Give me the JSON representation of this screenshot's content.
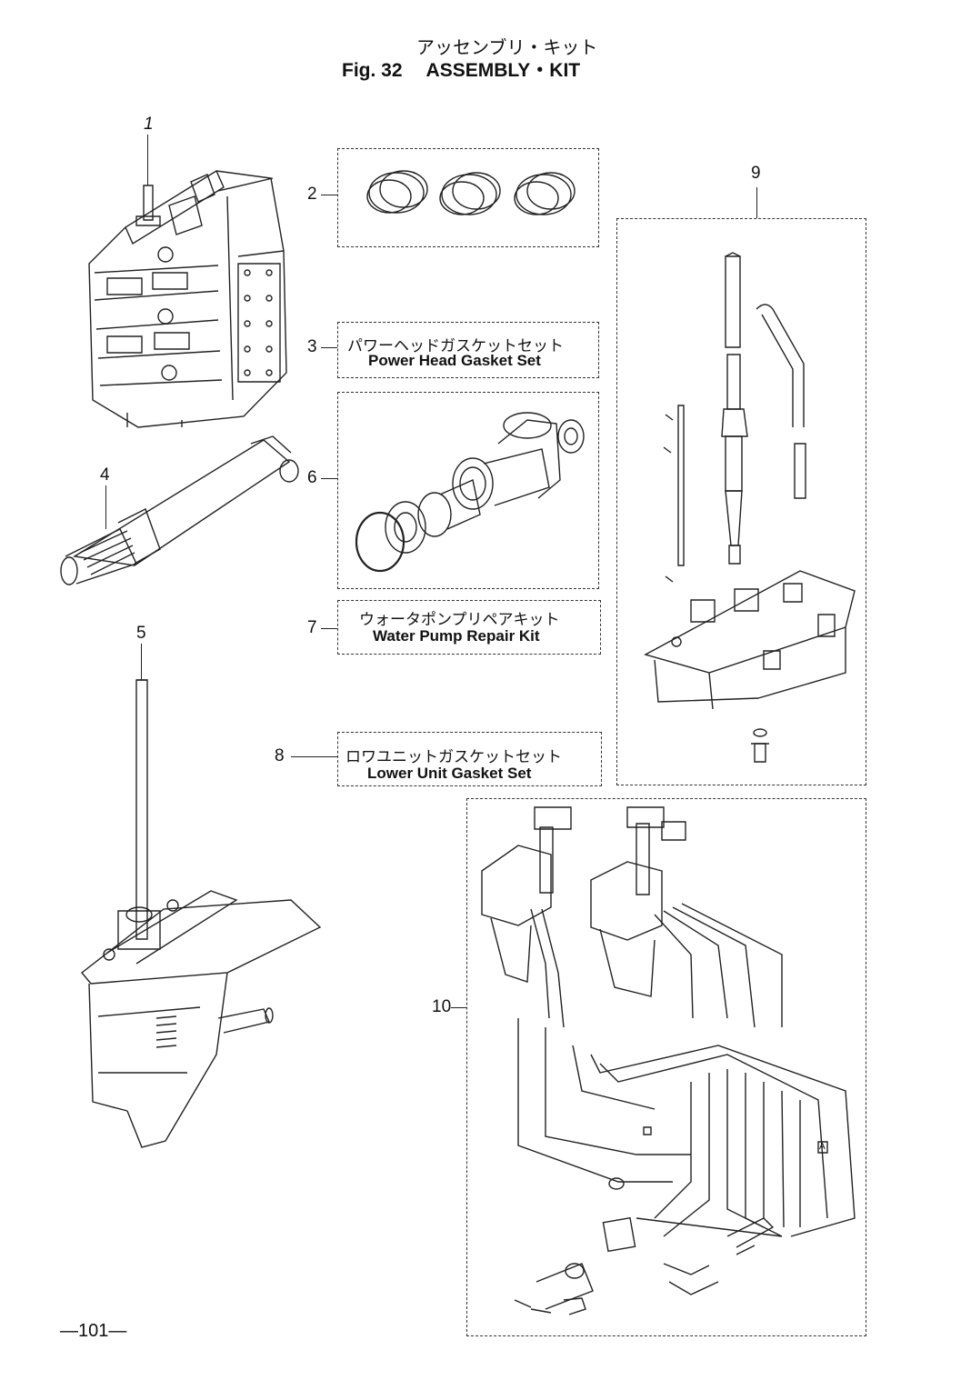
{
  "header": {
    "title_jp": "アッセンブリ・キット",
    "figure": "Fig. 32",
    "title_en": "ASSEMBLY・KIT"
  },
  "callouts": {
    "c1": "1",
    "c2": "2",
    "c3": "3",
    "c4": "4",
    "c5": "5",
    "c6": "6",
    "c7": "7",
    "c8": "8",
    "c9": "9",
    "c10": "10"
  },
  "kits": {
    "power_head_gasket_set": {
      "jp": "パワーヘッドガスケットセット",
      "en": "Power Head Gasket Set"
    },
    "water_pump_repair_kit": {
      "jp": "ウォータポンプリペアキット",
      "en": "Water Pump Repair Kit"
    },
    "lower_unit_gasket_set": {
      "jp": "ロワユニットガスケットセット",
      "en": "Lower Unit Gasket Set"
    }
  },
  "footer": {
    "page_number": "—101—"
  },
  "wiring_tags": {
    "tag_a": "A"
  }
}
